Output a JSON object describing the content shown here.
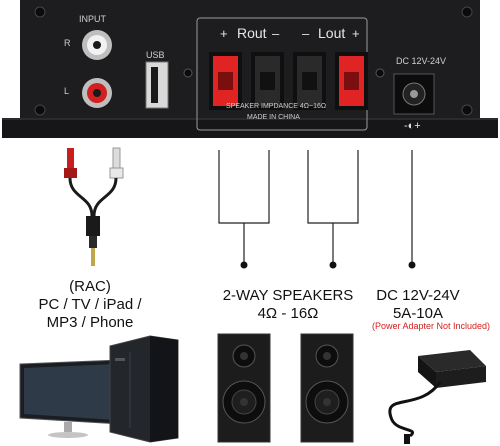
{
  "panel": {
    "input_label": "INPUT",
    "input_r": "R",
    "input_l": "L",
    "usb_label": "USB",
    "rout_plus": "+",
    "rout_label": "Rout",
    "rout_minus": "–",
    "lout_minus": "–",
    "lout_label": "Lout",
    "lout_plus": "+",
    "impedance": "SPEAKER IMPDANCE 4Ω~16Ω",
    "made_in": "MADE IN CHINA",
    "dc_label": "DC 12V-24V",
    "polarity": "-◐+"
  },
  "source": {
    "line1": "(RAC)",
    "line2": "PC / TV / iPad /",
    "line3": "MP3 / Phone"
  },
  "speakers": {
    "line1": "2-WAY SPEAKERS",
    "line2": "4Ω - 16Ω"
  },
  "power": {
    "line1": "DC 12V-24V",
    "line2": "5A-10A",
    "note": "(Power Adapter Not Included)"
  },
  "colors": {
    "panel": "#1b1b1d",
    "terminal_red": "#e02424",
    "note_red": "#d21f1f",
    "cable_red": "#c81e1e"
  }
}
